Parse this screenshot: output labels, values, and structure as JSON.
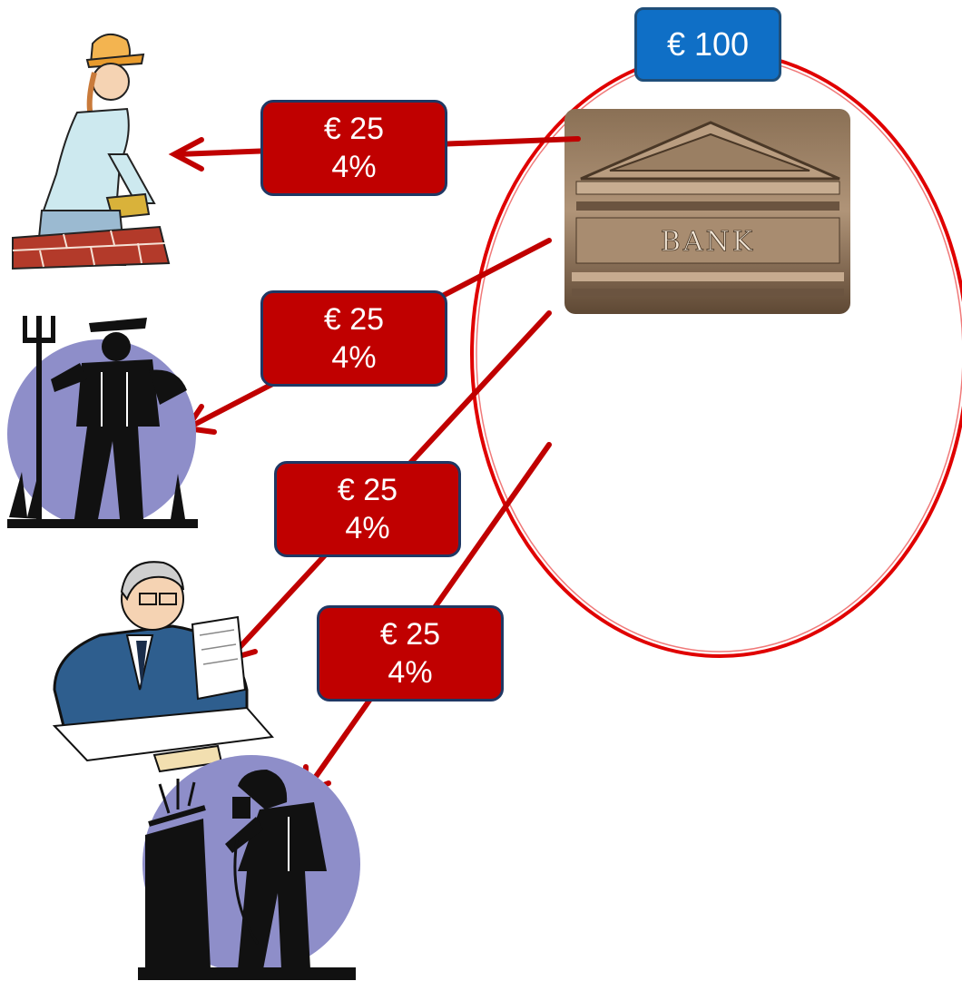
{
  "colors": {
    "loan_box_fill": "#c00000",
    "loan_box_border": "#1f3864",
    "total_box_fill": "#0f6fc6",
    "arrow": "#c00000",
    "reserve_ellipse": "#e00000",
    "figure_backdrop": "#8e8ec9"
  },
  "bank": {
    "total_label": "€ 100",
    "building_sign": "BANK"
  },
  "loans": [
    {
      "amount": "€ 25",
      "rate": "4%",
      "recipient_icon": "bricklayer-icon"
    },
    {
      "amount": "€ 25",
      "rate": "4%",
      "recipient_icon": "farmer-icon"
    },
    {
      "amount": "€ 25",
      "rate": "4%",
      "recipient_icon": "businessman-icon"
    },
    {
      "amount": "€ 25",
      "rate": "4%",
      "recipient_icon": "welder-icon"
    }
  ]
}
